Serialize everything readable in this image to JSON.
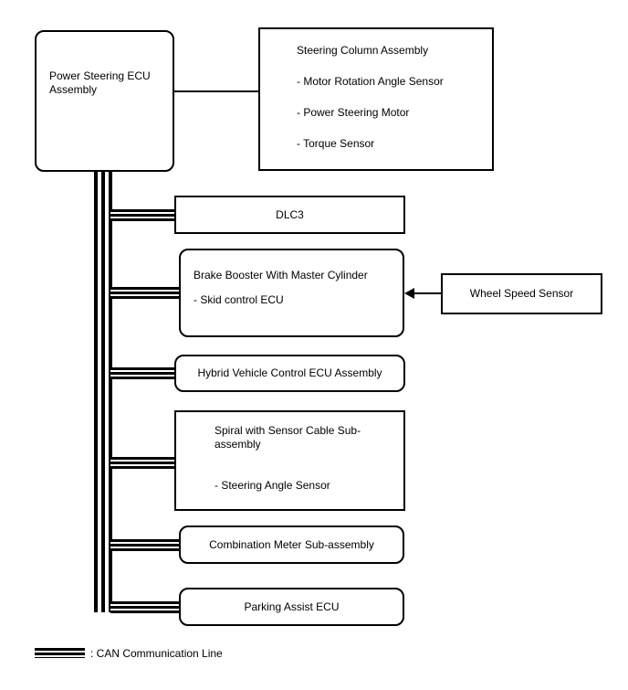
{
  "diagram": {
    "nodes": {
      "power_steering_ecu": {
        "label": "Power Steering ECU Assembly"
      },
      "steering_column": {
        "title": "Steering Column Assembly",
        "items": [
          "- Motor Rotation Angle Sensor",
          "- Power Steering Motor",
          "- Torque Sensor"
        ]
      },
      "dlc3": {
        "label": "DLC3"
      },
      "brake_booster": {
        "title": "Brake Booster With Master Cylinder",
        "items": [
          "- Skid control ECU"
        ]
      },
      "wheel_speed_sensor": {
        "label": "Wheel Speed Sensor"
      },
      "hybrid_vehicle_control_ecu": {
        "label": "Hybrid Vehicle Control ECU Assembly"
      },
      "spiral_cable": {
        "title": "Spiral with Sensor Cable Sub-assembly",
        "items": [
          "- Steering Angle Sensor"
        ]
      },
      "combination_meter": {
        "label": "Combination Meter Sub-assembly"
      },
      "parking_assist_ecu": {
        "label": "Parking Assist ECU"
      }
    },
    "legend": {
      "label": ": CAN Communication Line"
    },
    "colors": {
      "line": "#000000",
      "background": "#ffffff"
    }
  }
}
